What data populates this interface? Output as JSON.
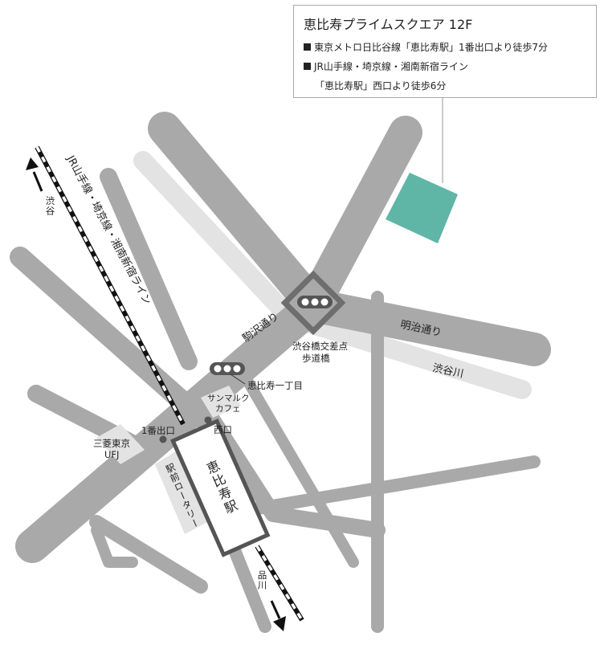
{
  "info": {
    "title": "恵比寿プライムスクエア 12F",
    "line1": "東京メトロ日比谷線「恵比寿駅」1番出口より徒歩7分",
    "line2": "JR山手線・埼京線・湘南新宿ライン",
    "line3": "「恵比寿駅」西口より徒歩6分"
  },
  "labels": {
    "jr_line": "JR山手線・埼京線・湘南新宿ライン",
    "shibuya": "渋谷",
    "shinagawa": "品川",
    "komazawa": "駒沢通り",
    "meiji": "明治通り",
    "shibuya_river": "渋谷川",
    "crossing_line1": "渋谷橋交差点",
    "crossing_line2": "歩道橋",
    "ebisu1": "恵比寿一丁目",
    "cafe_line1": "サンマルク",
    "cafe_line2": "カフェ",
    "exit1": "1番出口",
    "west_exit": "西口",
    "bank_line1": "三菱東京",
    "bank_line2": "UFJ",
    "rotary": "駅前ロータリー",
    "station": "恵比寿駅"
  },
  "colors": {
    "road": "#a9a9a9",
    "river": "#e3e3e3",
    "building": "#5fb5a6",
    "rail": "#111111",
    "landmark": "#555555"
  },
  "icons": [
    "traffic-light-icon",
    "arrow-up-icon",
    "arrow-down-icon"
  ]
}
